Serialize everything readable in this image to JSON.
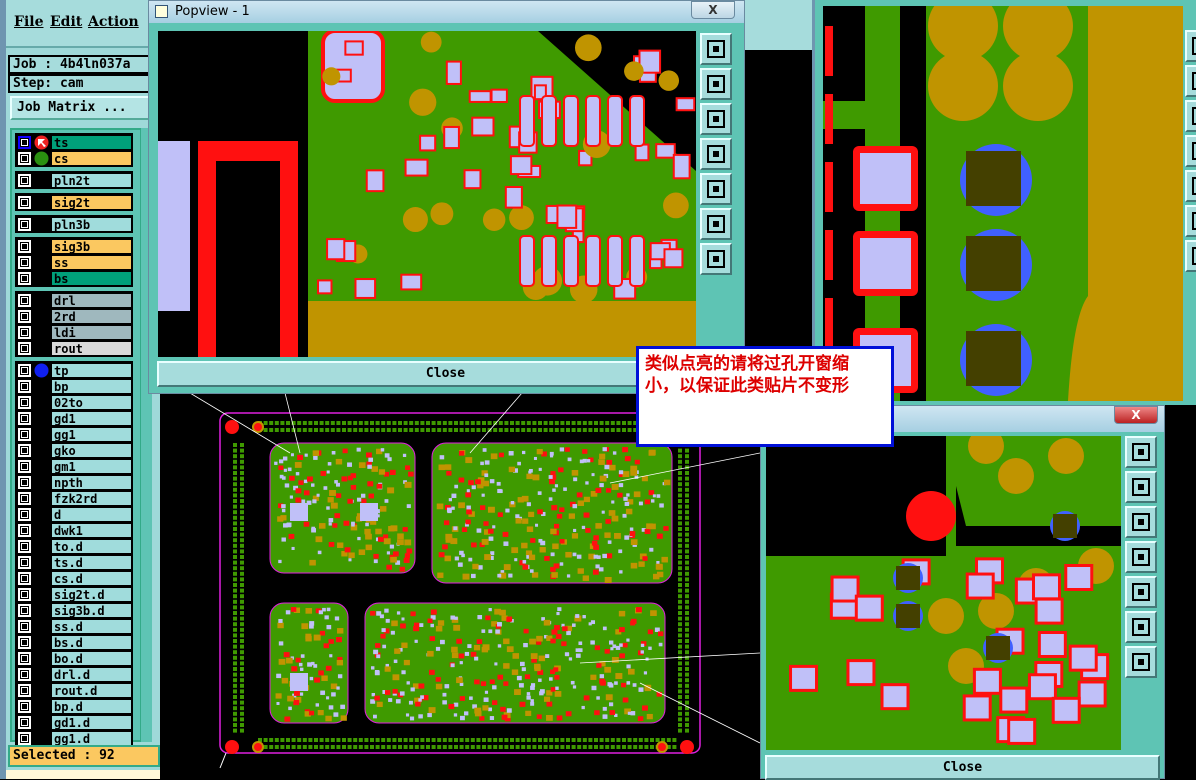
{
  "menu": {
    "file": "File",
    "edit": "Edit",
    "action": "Action"
  },
  "job": {
    "label": "Job : 4b4ln037a",
    "step": "Step: cam"
  },
  "job_matrix_button": "Job Matrix ...",
  "layer_groups": [
    [
      {
        "name": "ts",
        "color": "#00a07a",
        "mark": "arrow-red"
      },
      {
        "name": "cs",
        "color": "#fbc860",
        "mark": "dot-green"
      }
    ],
    [
      {
        "name": "pln2t",
        "color": "#a0dcdc"
      }
    ],
    [
      {
        "name": "sig2t",
        "color": "#fbc860"
      }
    ],
    [
      {
        "name": "pln3b",
        "color": "#a0dcdc"
      }
    ],
    [
      {
        "name": "sig3b",
        "color": "#fbc860"
      },
      {
        "name": "ss",
        "color": "#fbc860"
      },
      {
        "name": "bs",
        "color": "#00a07a"
      }
    ],
    [
      {
        "name": "drl",
        "color": "#9fb8be"
      },
      {
        "name": "2rd",
        "color": "#9fb8be"
      },
      {
        "name": "ldi",
        "color": "#9fb8be"
      },
      {
        "name": "rout",
        "color": "#d9d9d9"
      }
    ],
    [
      {
        "name": "tp",
        "color": "#a0dcdc",
        "mark": "dot-blue"
      },
      {
        "name": "bp",
        "color": "#a0dcdc"
      },
      {
        "name": "02to",
        "color": "#a0dcdc"
      },
      {
        "name": "gd1",
        "color": "#a0dcdc"
      },
      {
        "name": "gg1",
        "color": "#a0dcdc"
      },
      {
        "name": "gko",
        "color": "#a0dcdc"
      },
      {
        "name": "gm1",
        "color": "#a0dcdc"
      },
      {
        "name": "npth",
        "color": "#a0dcdc"
      },
      {
        "name": "fzk2rd",
        "color": "#a0dcdc"
      },
      {
        "name": "d",
        "color": "#a0dcdc"
      },
      {
        "name": "dwk1",
        "color": "#a0dcdc"
      },
      {
        "name": "to.d",
        "color": "#a0dcdc"
      },
      {
        "name": "ts.d",
        "color": "#a0dcdc"
      },
      {
        "name": "cs.d",
        "color": "#a0dcdc"
      },
      {
        "name": "sig2t.d",
        "color": "#a0dcdc"
      },
      {
        "name": "sig3b.d",
        "color": "#a0dcdc"
      },
      {
        "name": "ss.d",
        "color": "#a0dcdc"
      },
      {
        "name": "bs.d",
        "color": "#a0dcdc"
      },
      {
        "name": "bo.d",
        "color": "#a0dcdc"
      },
      {
        "name": "drl.d",
        "color": "#a0dcdc"
      },
      {
        "name": "rout.d",
        "color": "#a0dcdc"
      },
      {
        "name": "bp.d",
        "color": "#a0dcdc"
      },
      {
        "name": "gd1.d",
        "color": "#a0dcdc"
      },
      {
        "name": "gg1.d",
        "color": "#a0dcdc"
      }
    ]
  ],
  "selected": "Selected : 92",
  "popview1": {
    "title": "Popview - 1",
    "close": "Close",
    "close_x": "X"
  },
  "popview2": {
    "close": "Close",
    "close_x": "X"
  },
  "toolbar_icons": [
    "zoom-home-icon",
    "pan-up-icon",
    "pan-down-icon",
    "pan-left-icon",
    "pan-right-icon",
    "zoom-out-icon",
    "zoom-in-icon"
  ],
  "annotation": {
    "line1": "类似点亮的请将过孔开窗缩",
    "line2": "小，以保证此类贴片不变形"
  },
  "colors": {
    "copper": "#3f9a00",
    "plane": "#c09400",
    "pad": "#c0c0f8",
    "mask": "#ff1010",
    "via": "#4060ff",
    "board": "#000000"
  }
}
